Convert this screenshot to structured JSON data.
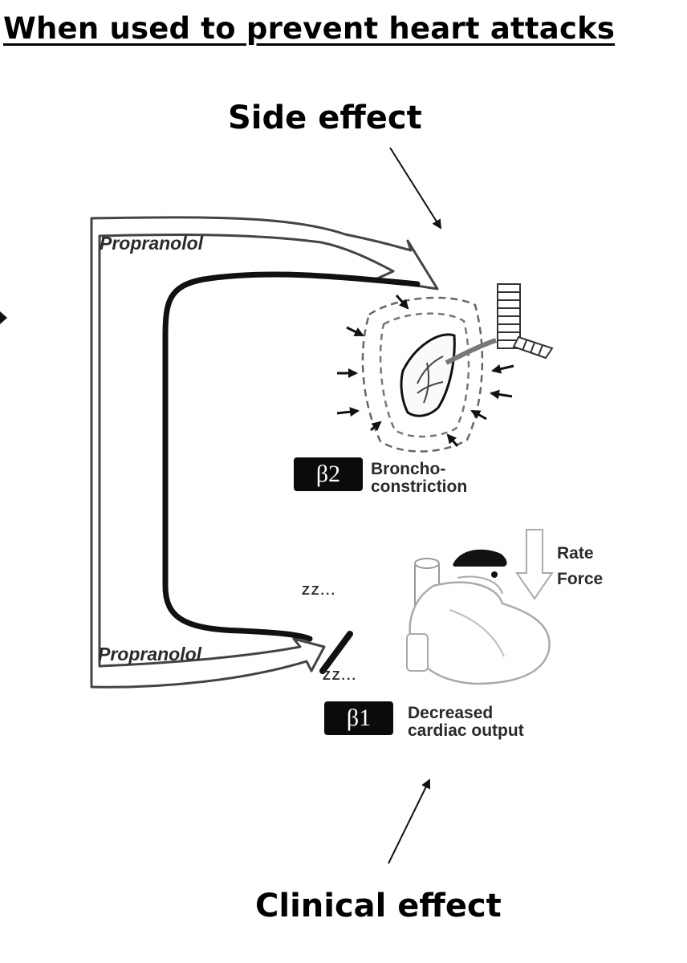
{
  "title": "When used to prevent heart attacks",
  "callouts": {
    "side_effect": "Side effect",
    "clinical_effect": "Clinical effect"
  },
  "pathways": [
    {
      "drug": "Propranolol",
      "receptor": "β2",
      "effect": "Broncho-\nconstriction",
      "organ_icon": "lungs-icon"
    },
    {
      "drug": "Propranolol",
      "receptor": "β1",
      "effect": "Decreased\ncardiac output",
      "organ_icon": "heart-icon"
    }
  ],
  "heart_labels": {
    "rate": "Rate",
    "force": "Force",
    "sleep_top": "ZZ...",
    "sleep_bottom": "ZZ..."
  },
  "colors": {
    "text": "#000000",
    "diagram_ink": "#2a2a2a",
    "badge_bg": "#0b0b0b"
  }
}
